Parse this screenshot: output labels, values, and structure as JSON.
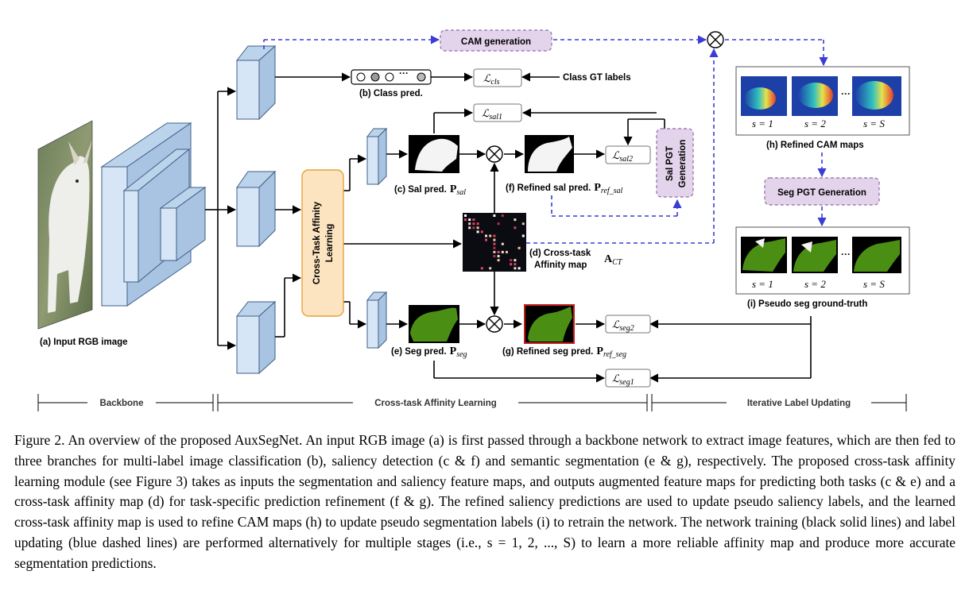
{
  "figure": {
    "labels": {
      "input": "(a) Input RGB image",
      "class_pred": "(b) Class pred.",
      "class_gt": "Class GT labels",
      "sal_pred": "(c) Sal pred.",
      "refined_sal": "(f) Refined sal pred.",
      "affinity_a": "(d) Cross-task",
      "affinity_b": "Affinity map",
      "seg_pred": "(e) Seg pred.",
      "refined_seg": "(g) Refined seg pred.",
      "refined_cam": "(h) Refined CAM maps",
      "pseudo_seg": "(i) Pseudo seg ground-truth",
      "cam_generation": "CAM generation",
      "seg_pgt": "Seg PGT Generation",
      "sal_pgt_a": "Sal PGT",
      "sal_pgt_b": "Generation",
      "ctal_a": "Cross-Task Affinity",
      "ctal_b": "Learning",
      "dots": "···",
      "s1": "s = 1",
      "s2": "s = 2",
      "sS": "s = S"
    },
    "math": {
      "L": "ℒ",
      "cls": "cls",
      "sal1": "sal1",
      "sal2": "sal2",
      "seg1": "seg1",
      "seg2": "seg2",
      "P": "P",
      "A": "A",
      "sub_sal": "sal",
      "sub_seg": "seg",
      "sub_ref_sal": "ref_sal",
      "sub_ref_seg": "ref_seg",
      "sub_ct": "CT"
    },
    "stages": {
      "backbone": "Backbone",
      "ctal": "Cross-task Affinity Learning",
      "ilu": "Iterative Label Updating"
    },
    "colors": {
      "feature_face": "#d6e6f7",
      "feature_edge": "#3f5f86",
      "module_fill": "#fde4c0",
      "module_edge": "#e8a13a",
      "pill_fill": "#e3d4ec",
      "pill_edge": "#8e6aa8",
      "dashed_blue": "#3b3bd6",
      "seg_green": "#4a8f14",
      "refined_border": "#c81e1e"
    }
  },
  "caption": {
    "text": "Figure 2. An overview of the proposed AuxSegNet. An input RGB image (a) is first passed through a backbone network to extract image features, which are then fed to three branches for multi-label image classification (b), saliency detection (c & f) and semantic segmentation (e & g), respectively. The proposed cross-task affinity learning module (see Figure 3) takes as inputs the segmentation and saliency feature maps, and outputs augmented feature maps for predicting both tasks (c & e) and a cross-task affinity map (d) for task-specific prediction refinement (f & g). The refined saliency predictions are used to update pseudo saliency labels, and the learned cross-task affinity map is used to refine CAM maps (h) to update pseudo segmentation labels (i) to retrain the network. The network training (black solid lines) and label updating (blue dashed lines) are performed alternatively for multiple stages (i.e., s = 1, 2, ..., S) to learn a more reliable affinity map and produce more accurate segmentation predictions."
  }
}
